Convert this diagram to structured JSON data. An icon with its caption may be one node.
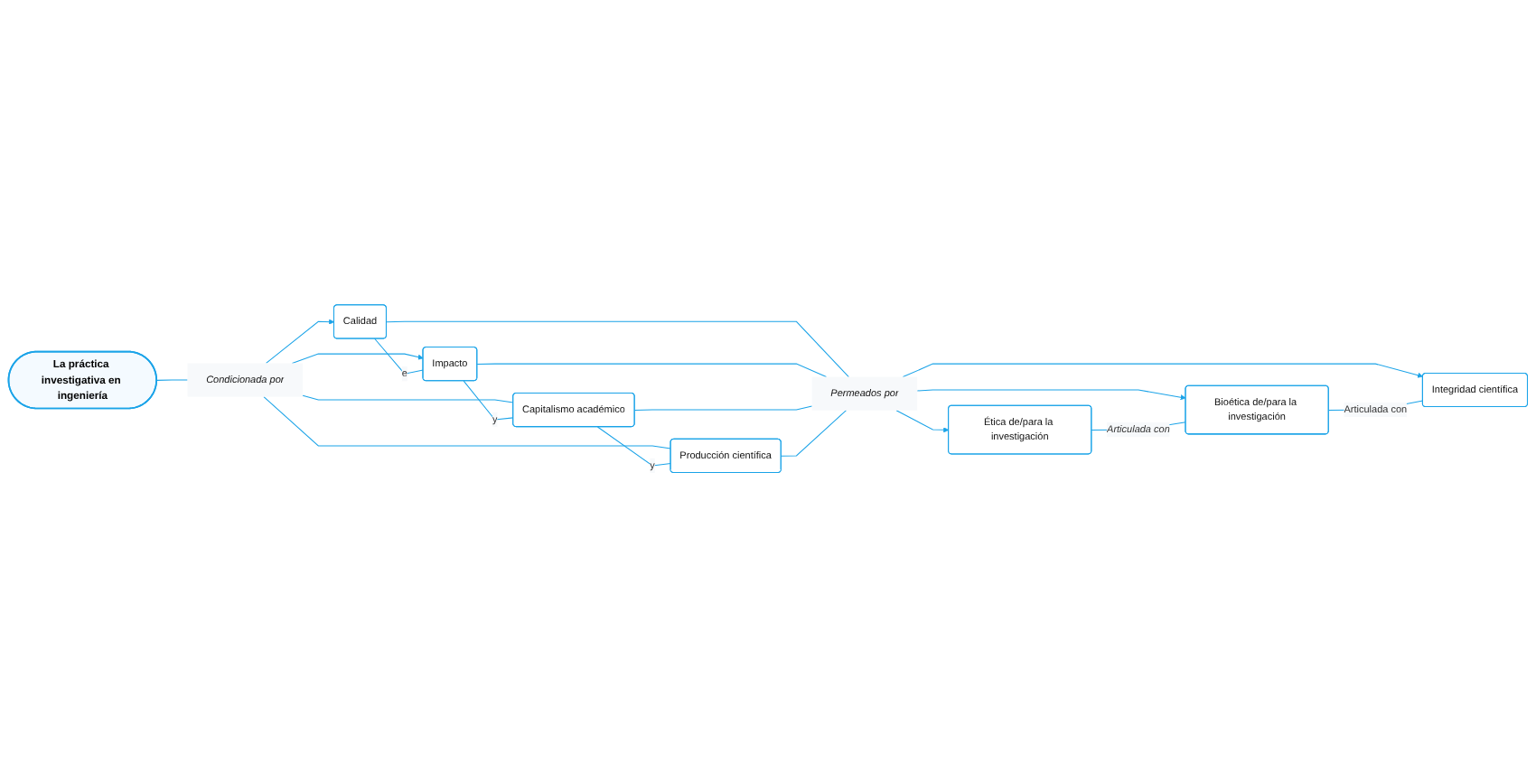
{
  "diagram": {
    "nodes": [
      {
        "text": [
          "La práctica investigativa en ingeniería"
        ]
      },
      {
        "text": [
          "Condicionada por"
        ]
      },
      {
        "text": [
          "Calidad"
        ]
      },
      {
        "text": [
          "Impacto"
        ]
      },
      {
        "text": [
          "Capitalismo académico"
        ]
      },
      {
        "text": [
          "Producción científica"
        ]
      },
      {
        "text": [
          "Permeados por"
        ]
      },
      {
        "text": [
          "Ética de/para la investigación"
        ]
      },
      {
        "text": [
          "Bioética de/para la investigación"
        ]
      },
      {
        "text": [
          "Integridad científica"
        ]
      }
    ],
    "edges": [
      {
        "from": 0,
        "to": 1,
        "arrow": "none"
      },
      {
        "from": 1,
        "to": 2,
        "arrow": "to"
      },
      {
        "from": 1,
        "to": 3,
        "arrow": "to"
      },
      {
        "from": 1,
        "to": 4,
        "arrow": "none"
      },
      {
        "from": 1,
        "to": 5,
        "arrow": "none"
      },
      {
        "from": 2,
        "to": 3,
        "label": "e",
        "arrow": "none"
      },
      {
        "from": 3,
        "to": 4,
        "label": "y",
        "arrow": "none"
      },
      {
        "from": 4,
        "to": 5,
        "label": "y",
        "arrow": "none"
      },
      {
        "from": 2,
        "to": 6,
        "arrow": "none"
      },
      {
        "from": 3,
        "to": 6,
        "arrow": "none"
      },
      {
        "from": 4,
        "to": 6,
        "arrow": "none"
      },
      {
        "from": 5,
        "to": 6,
        "arrow": "none"
      },
      {
        "from": 6,
        "to": 7,
        "arrow": "to"
      },
      {
        "from": 6,
        "to": 8,
        "arrow": "to"
      },
      {
        "from": 6,
        "to": 9,
        "arrow": "to"
      },
      {
        "from": 7,
        "to": 8,
        "label": "Articulada con",
        "arrow": "none"
      },
      {
        "from": 8,
        "to": 9,
        "label": "Articulada con",
        "arrow": "none"
      }
    ]
  }
}
